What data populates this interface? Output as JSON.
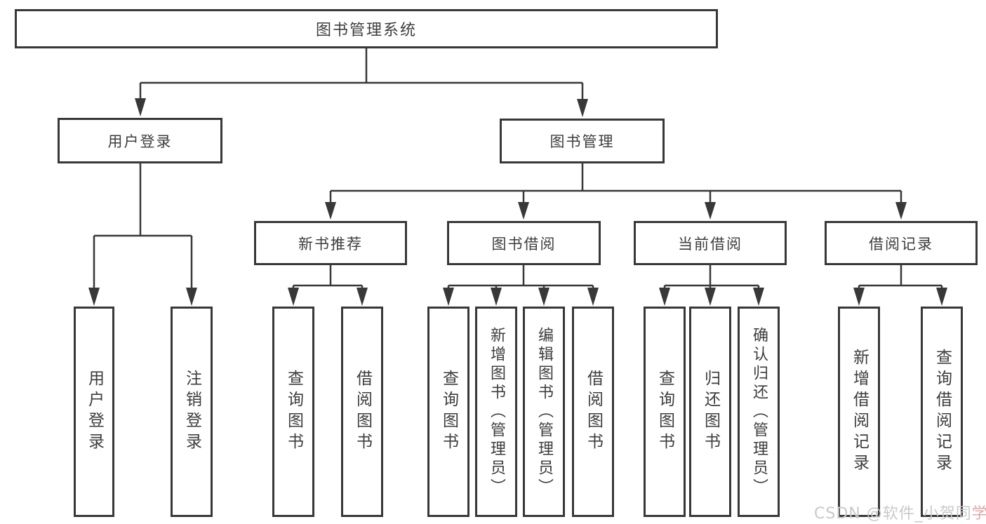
{
  "diagram_title": "图书管理系统",
  "tree": {
    "root": {
      "label": "图书管理系统",
      "children": [
        {
          "label": "用户登录",
          "children": [
            {
              "label": "用户登录"
            },
            {
              "label": "注销登录"
            }
          ]
        },
        {
          "label": "图书管理",
          "children": [
            {
              "label": "新书推荐",
              "children": [
                {
                  "label": "查询图书"
                },
                {
                  "label": "借阅图书"
                }
              ]
            },
            {
              "label": "图书借阅",
              "children": [
                {
                  "label": "查询图书"
                },
                {
                  "label": "新增图书（管理员）"
                },
                {
                  "label": "编辑图书（管理员）"
                },
                {
                  "label": "借阅图书"
                }
              ]
            },
            {
              "label": "当前借阅",
              "children": [
                {
                  "label": "查询图书"
                },
                {
                  "label": "归还图书"
                },
                {
                  "label": "确认归还（管理员）"
                }
              ]
            },
            {
              "label": "借阅记录",
              "children": [
                {
                  "label": "新增借阅记录"
                },
                {
                  "label": "查询借阅记录"
                }
              ]
            }
          ]
        }
      ]
    }
  },
  "watermark": {
    "prefix": "CSDN @软件_小贺同",
    "suffix": "学"
  },
  "colors": {
    "line": "#383838",
    "box_border": "#383838",
    "box_background": "#ffffff",
    "text": "#3d3d3d",
    "watermark_gray": "#c9c9c9",
    "watermark_pink": "#e3a6a6"
  }
}
